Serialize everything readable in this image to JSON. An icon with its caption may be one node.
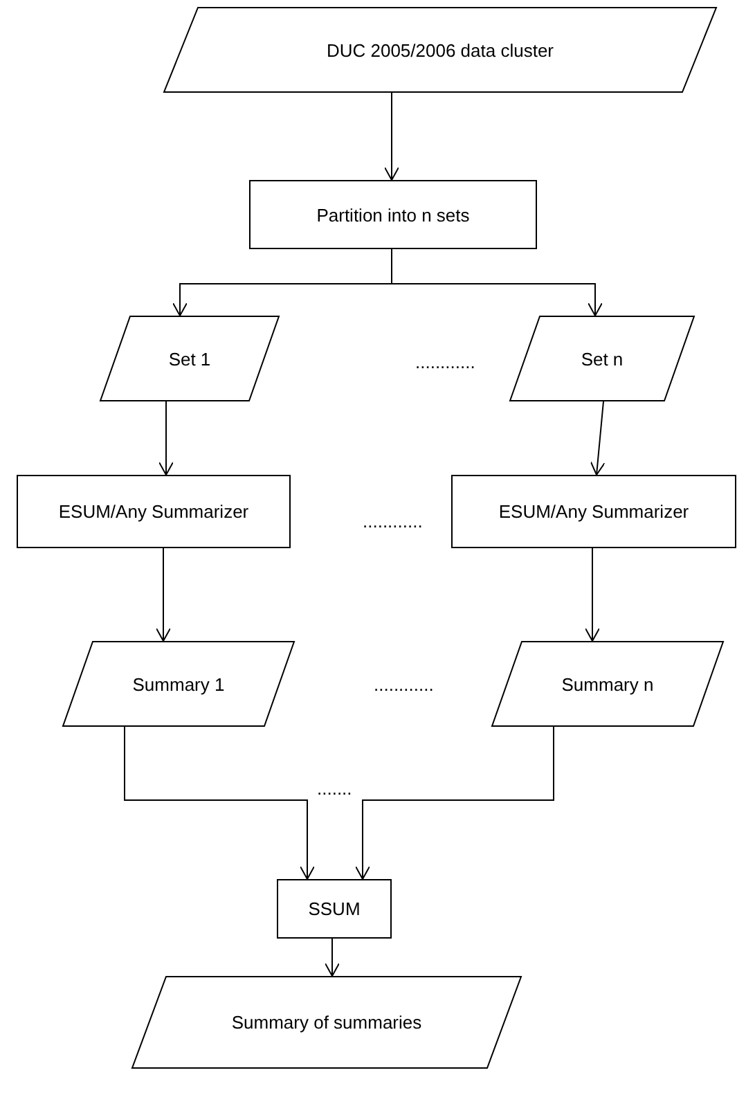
{
  "diagram": {
    "nodes": [
      {
        "text": [
          "DUC 2005/2006 data cluster"
        ]
      },
      {
        "text": [
          "Partition into n sets"
        ]
      },
      {
        "text": [
          "Set 1"
        ]
      },
      {
        "text": [
          "Set n"
        ]
      },
      {
        "text": [
          "ESUM/Any Summarizer"
        ]
      },
      {
        "text": [
          "ESUM/Any Summarizer"
        ]
      },
      {
        "text": [
          "Summary 1"
        ]
      },
      {
        "text": [
          "Summary n"
        ]
      },
      {
        "text": [
          "SSUM"
        ]
      },
      {
        "text": [
          "Summary of summaries"
        ]
      }
    ],
    "edges": [
      {
        "from": 0,
        "to": 1,
        "arrow": "to"
      },
      {
        "from": 1,
        "to": 2,
        "arrow": "to"
      },
      {
        "from": 1,
        "to": 3,
        "arrow": "to"
      },
      {
        "from": 2,
        "to": 4,
        "arrow": "to"
      },
      {
        "from": 3,
        "to": 5,
        "arrow": "to"
      },
      {
        "from": 4,
        "to": 6,
        "arrow": "to"
      },
      {
        "from": 5,
        "to": 7,
        "arrow": "to"
      },
      {
        "from": 6,
        "to": 8,
        "arrow": "to"
      },
      {
        "from": 7,
        "to": 8,
        "arrow": "to"
      },
      {
        "from": 8,
        "to": 9,
        "arrow": "to"
      }
    ],
    "labels": [
      "............",
      "............",
      "............",
      "......."
    ]
  }
}
